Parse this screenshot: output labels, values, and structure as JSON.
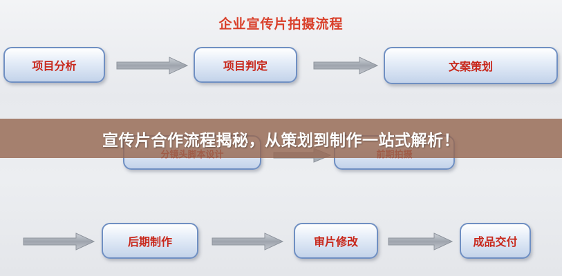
{
  "diagram": {
    "title": "企业宣传片拍摄流程",
    "steps": [
      {
        "id": "xiangmu-fenxi",
        "label": "项目分析"
      },
      {
        "id": "xiangmu-panding",
        "label": "项目判定"
      },
      {
        "id": "wenan-cehua",
        "label": "文案策划"
      },
      {
        "id": "fenjing-jiaoben",
        "label": "分镜头脚本设计"
      },
      {
        "id": "qianqi-paishe",
        "label": "前期拍摄"
      },
      {
        "id": "houqi-zhizuo",
        "label": "后期制作"
      },
      {
        "id": "shenpian-xiugai",
        "label": "审片修改"
      },
      {
        "id": "chengpin-jiaofu",
        "label": "成品交付"
      }
    ],
    "edges": [
      {
        "from": "xiangmu-fenxi",
        "to": "xiangmu-panding"
      },
      {
        "from": "xiangmu-panding",
        "to": "wenan-cehua"
      },
      {
        "from": "fenjing-jiaoben",
        "to": "qianqi-paishe"
      },
      {
        "from": "houqi-zhizuo",
        "to": "shenpian-xiugai"
      },
      {
        "from": "shenpian-xiugai",
        "to": "chengpin-jiaofu"
      }
    ]
  },
  "overlay": {
    "headline": "宣传片合作流程揭秘，从策划到制作一站式解析！"
  },
  "colors": {
    "step_text": "#c8281c",
    "title_text": "#d9402b",
    "step_border": "#6f8fc2",
    "overlay_band": "#966852"
  }
}
